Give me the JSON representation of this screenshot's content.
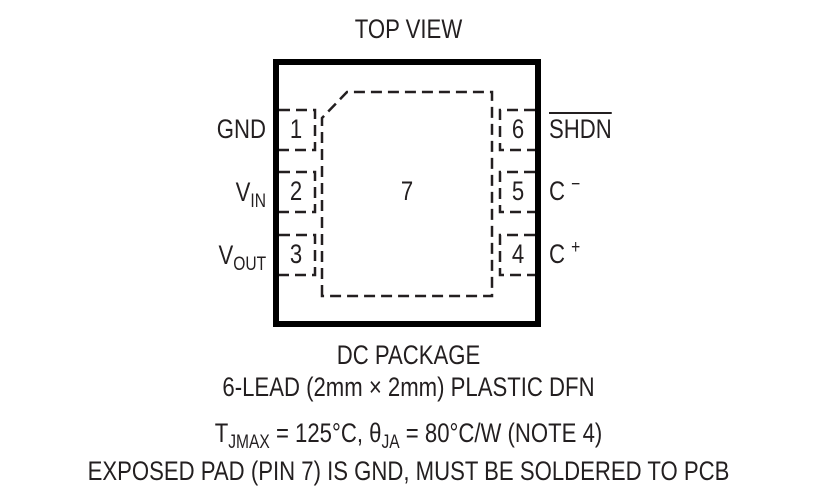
{
  "diagram": {
    "title": "TOP VIEW",
    "package_box": {
      "stroke_color": "#000000"
    },
    "exposed_pad": {
      "number": "7"
    },
    "left_pins": [
      {
        "number": "1",
        "label": "GND",
        "label_main": "GND",
        "label_sub": ""
      },
      {
        "number": "2",
        "label": "VIN",
        "label_main": "V",
        "label_sub": "IN"
      },
      {
        "number": "3",
        "label": "VOUT",
        "label_main": "V",
        "label_sub": "OUT"
      }
    ],
    "right_pins": [
      {
        "number": "6",
        "label": "SHDN (active low, overbar)",
        "label_main": "SHDN",
        "label_sup": ""
      },
      {
        "number": "5",
        "label": "C−",
        "label_main": "C",
        "label_sup": "−"
      },
      {
        "number": "4",
        "label": "C+",
        "label_main": "C",
        "label_sup": "+"
      }
    ],
    "caption": {
      "line1": "DC PACKAGE",
      "line2": "6-LEAD (2mm × 2mm) PLASTIC DFN",
      "line3": {
        "t_main": "T",
        "t_sub": "JMAX",
        "t_value": " = 125°C, ",
        "theta_main": "θ",
        "theta_sub": "JA",
        "theta_value": " = 80°C/W (NOTE 4)"
      },
      "line4": "EXPOSED PAD (PIN 7) IS GND, MUST BE SOLDERED TO PCB"
    }
  }
}
